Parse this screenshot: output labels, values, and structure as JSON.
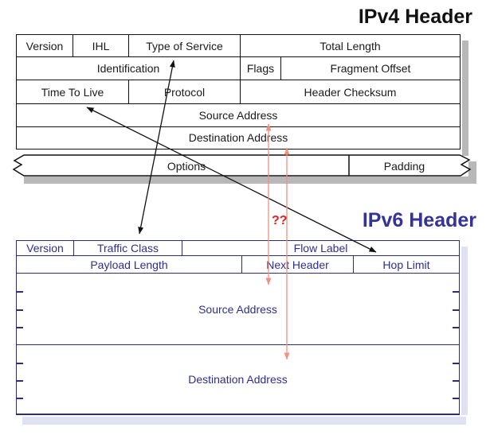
{
  "titles": {
    "ipv4": "IPv4 Header",
    "ipv6": "IPv6 Header"
  },
  "ipv4": {
    "fields": {
      "version": "Version",
      "ihl": "IHL",
      "type_of_service": "Type of Service",
      "total_length": "Total Length",
      "identification": "Identification",
      "flags": "Flags",
      "fragment_offset": "Fragment Offset",
      "time_to_live": "Time To Live",
      "protocol": "Protocol",
      "header_checksum": "Header Checksum",
      "source_address": "Source Address",
      "destination_address": "Destination Address",
      "options": "Options",
      "padding": "Padding"
    }
  },
  "ipv6": {
    "fields": {
      "version": "Version",
      "traffic_class": "Traffic Class",
      "flow_label": "Flow Label",
      "payload_length": "Payload Length",
      "next_header": "Next Header",
      "hop_limit": "Hop Limit",
      "source_address": "Source Address",
      "destination_address": "Destination Address"
    }
  },
  "annotations": {
    "uncertain_mapping": "??"
  },
  "mappings": [
    {
      "from": "ipv4.type_of_service",
      "to": "ipv6.traffic_class",
      "arrow": "double",
      "color": "black"
    },
    {
      "from": "ipv4.time_to_live",
      "to": "ipv6.hop_limit",
      "arrow": "double",
      "color": "black"
    },
    {
      "from": "ipv4.source_address",
      "to": "ipv6.source_address",
      "arrow": "double",
      "color": "salmon"
    },
    {
      "from": "ipv4.destination_address",
      "to": "ipv6.destination_address",
      "arrow": "double",
      "color": "salmon",
      "label": "??"
    }
  ],
  "colors": {
    "ipv4_text": "#111111",
    "ipv6_text": "#2e2e8f",
    "ipv6_title": "#333399",
    "black_arrow": "#111111",
    "salmon_arrow": "#f2927e",
    "question_marks": "#e02222",
    "ipv4_shadow": "#b8b8b8",
    "ipv6_shadow": "#dfe2f2"
  }
}
